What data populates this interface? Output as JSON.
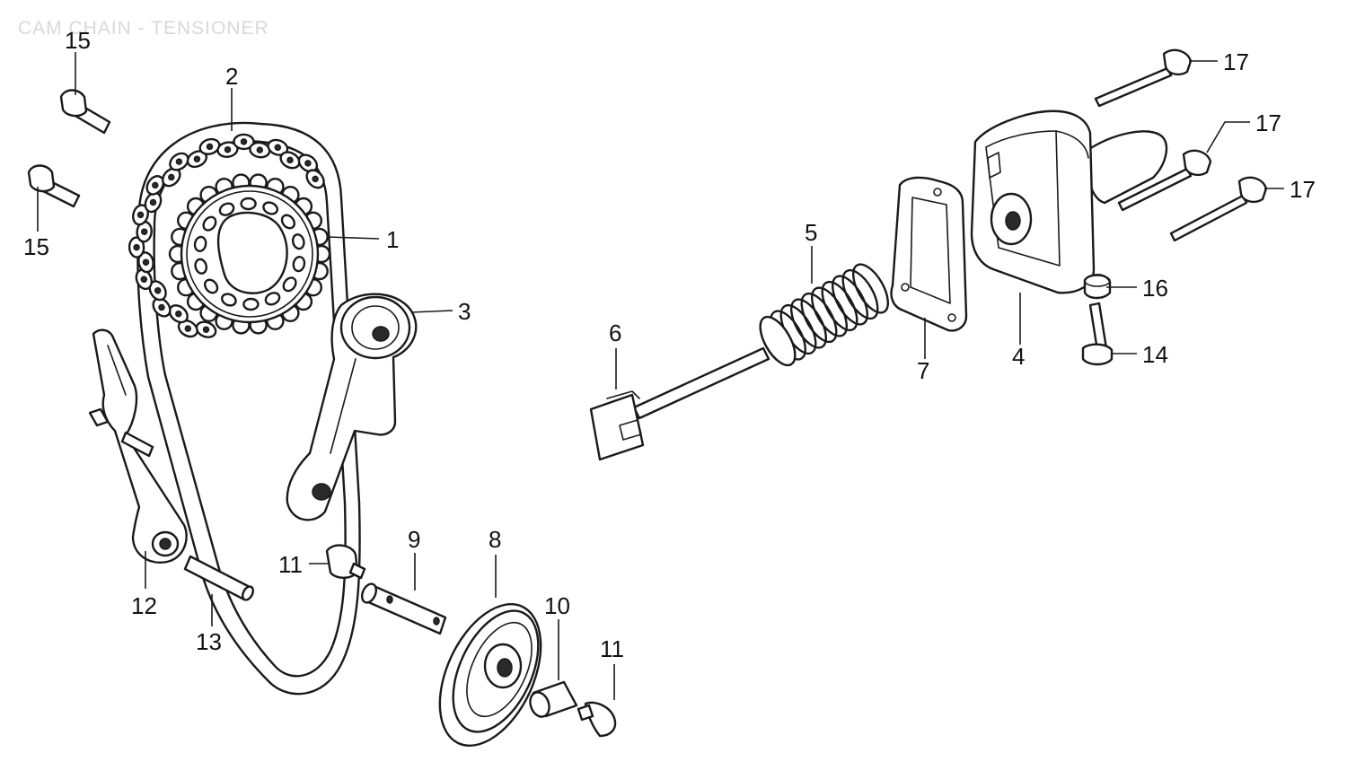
{
  "title": "CAM CHAIN - TENSIONER",
  "callouts": {
    "c1": "1",
    "c2": "2",
    "c3": "3",
    "c4": "4",
    "c5": "5",
    "c6": "6",
    "c7": "7",
    "c8": "8",
    "c9": "9",
    "c10": "10",
    "c11a": "11",
    "c11b": "11",
    "c12": "12",
    "c13": "13",
    "c14": "14",
    "c15a": "15",
    "c15b": "15",
    "c16": "16",
    "c17a": "17",
    "c17b": "17",
    "c17c": "17"
  },
  "colors": {
    "line": "#1a1a1a",
    "paper": "#ffffff",
    "title_faded": "#d9d9d9"
  }
}
